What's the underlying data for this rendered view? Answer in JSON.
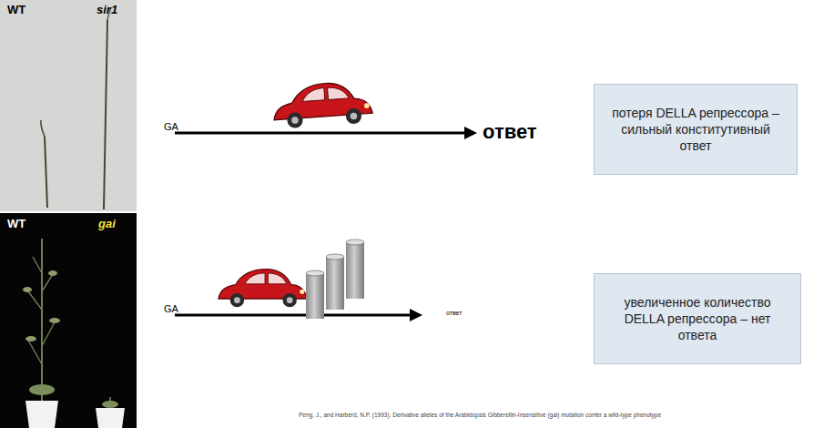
{
  "diagram": {
    "nodes": [
      {
        "text": [
          "потеря DELLA репрессора – сильный конститутивный ответ"
        ]
      },
      {
        "text": [
          "увеличенное количество DELLA репрессора – нет ответа"
        ]
      }
    ],
    "labels": [
      "WT",
      "sir1",
      "WT",
      "gai",
      "GA",
      "ответ",
      "GA",
      "ответ",
      "Peng, J., and Harberd, N.P. (1993). Derivative alleles of the Arabidopsis Gibberellin-Insensitive (gai) mutation confer a wild-type phenotype"
    ]
  }
}
